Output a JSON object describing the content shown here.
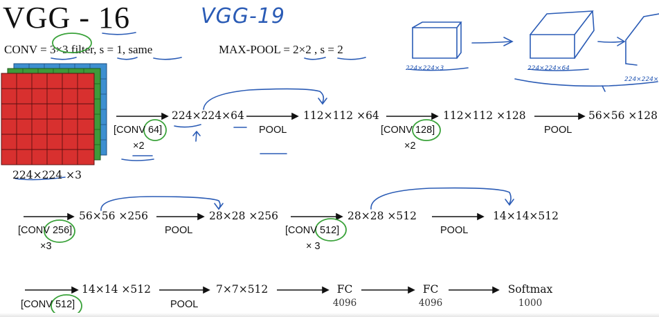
{
  "title": "VGG - 16",
  "handwritten_note": "VGG-19",
  "conv_definition": "CONV = 3×3 filter, s = 1, same",
  "pool_definition": "MAX-POOL = 2×2 , s = 2",
  "input_label": "224×224 ×3",
  "row1": {
    "conv1_label": "[CONV 64]",
    "conv1_repeat": "×2",
    "out1": "224×224×64",
    "pool1": "POOL",
    "out2": "112×112 ×64",
    "conv2_label": "[CONV 128]",
    "conv2_repeat": "×2",
    "out3": "112×112 ×128",
    "pool2": "POOL",
    "out4": "56×56 ×128"
  },
  "row2": {
    "conv3_label": "[CONV 256]",
    "conv3_repeat": "×3",
    "out1": "56×56 ×256",
    "pool3": "POOL",
    "out2": "28×28 ×256",
    "conv4_label": "[CONV 512]",
    "conv4_repeat": "× 3",
    "out3": "28×28 ×512",
    "pool4": "POOL",
    "out4": "14×14×512"
  },
  "row3": {
    "conv5_label": "[CONV 512]",
    "out1": "14×14 ×512",
    "pool5": "POOL",
    "out2": "7×7×512",
    "fc1": "FC",
    "fc1_units": "4096",
    "fc2": "FC",
    "fc2_units": "4096",
    "softmax": "Softmax",
    "softmax_units": "1000"
  },
  "sketch_labels": [
    "224×224×3",
    "224×224×64",
    "224×224×"
  ],
  "colors": {
    "red_layer": "#d8302f",
    "green_layer": "#3f9a3a",
    "blue_layer": "#3d8fd0",
    "hand_ink_blue": "#2a5bb5",
    "hand_ink_green": "#3aa23a"
  }
}
